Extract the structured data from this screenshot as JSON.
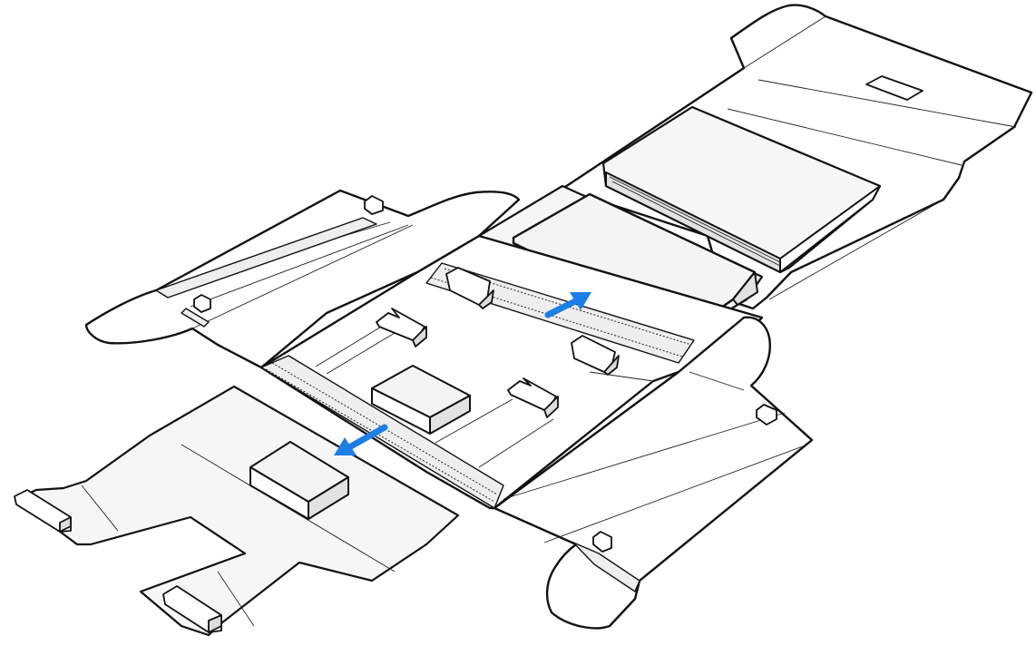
{
  "diagram": {
    "colors": {
      "arrow": "#1a7fe6",
      "outline": "#111111",
      "panel": "#ffffff",
      "panel_shade": "#f6f6f6"
    },
    "arrows": [
      {
        "name": "arrow-slide-tray-up-right",
        "direction": "up-right"
      },
      {
        "name": "arrow-slide-flap-down-left",
        "direction": "down-left"
      }
    ],
    "parts": [
      "packaging-box-top-flap",
      "accessory-tray",
      "cushion-base",
      "left-side-flap",
      "right-side-flap",
      "front-flap",
      "small-accessory-box",
      "item-holders"
    ]
  }
}
